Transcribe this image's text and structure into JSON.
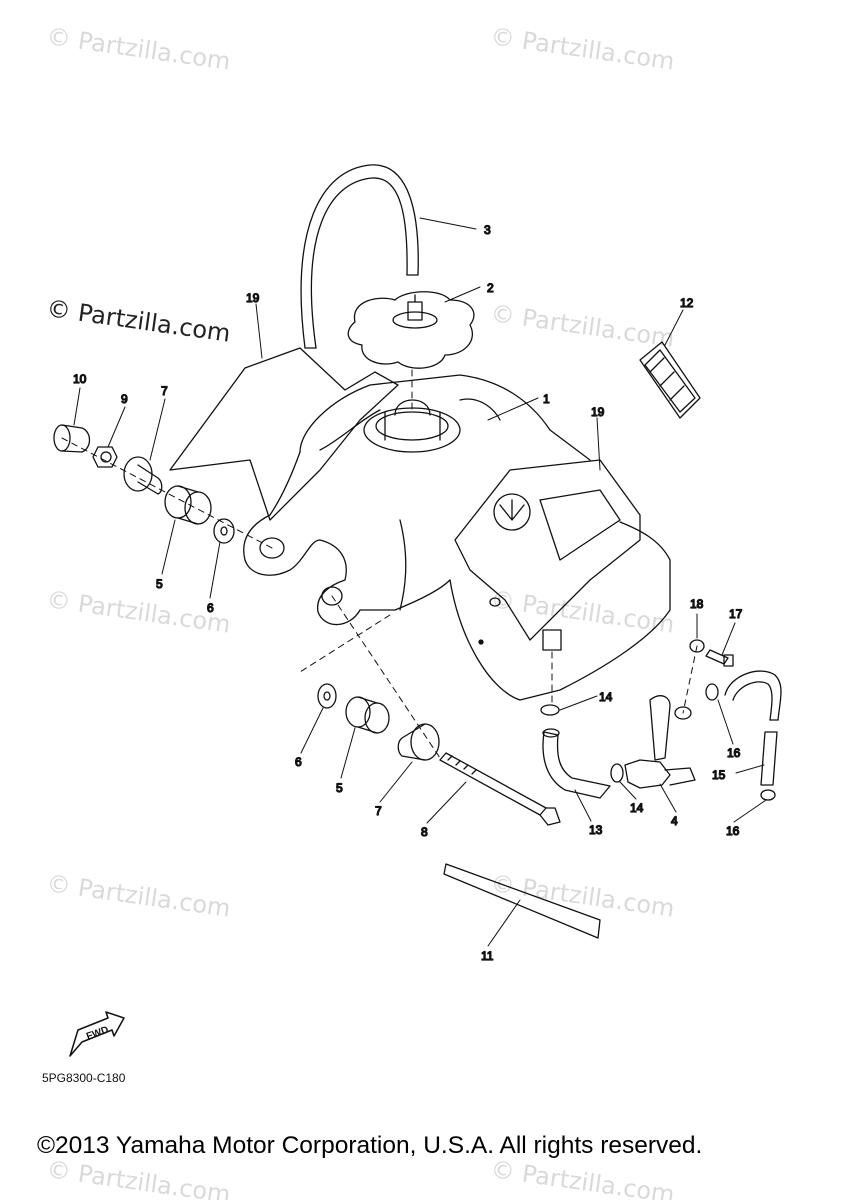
{
  "watermarks": {
    "main": "© Partzilla.com",
    "faint": "© Partzilla.com"
  },
  "callouts": {
    "c1": "1",
    "c2": "2",
    "c3": "3",
    "c4": "4",
    "c5a": "5",
    "c5b": "5",
    "c6a": "6",
    "c6b": "6",
    "c7a": "7",
    "c7b": "7",
    "c8": "8",
    "c9": "9",
    "c10": "10",
    "c11": "11",
    "c12": "12",
    "c13": "13",
    "c14a": "14",
    "c14b": "14",
    "c15": "15",
    "c16a": "16",
    "c16b": "16",
    "c17": "17",
    "c18": "18",
    "c19a": "19",
    "c19b": "19"
  },
  "fwd_label": "FWD",
  "drawing_code": "5PG8300-C180",
  "copyright": "©2013 Yamaha Motor Corporation, U.S.A. All rights reserved.",
  "colors": {
    "line": "#111111",
    "watermark": "#d9d9d9"
  }
}
